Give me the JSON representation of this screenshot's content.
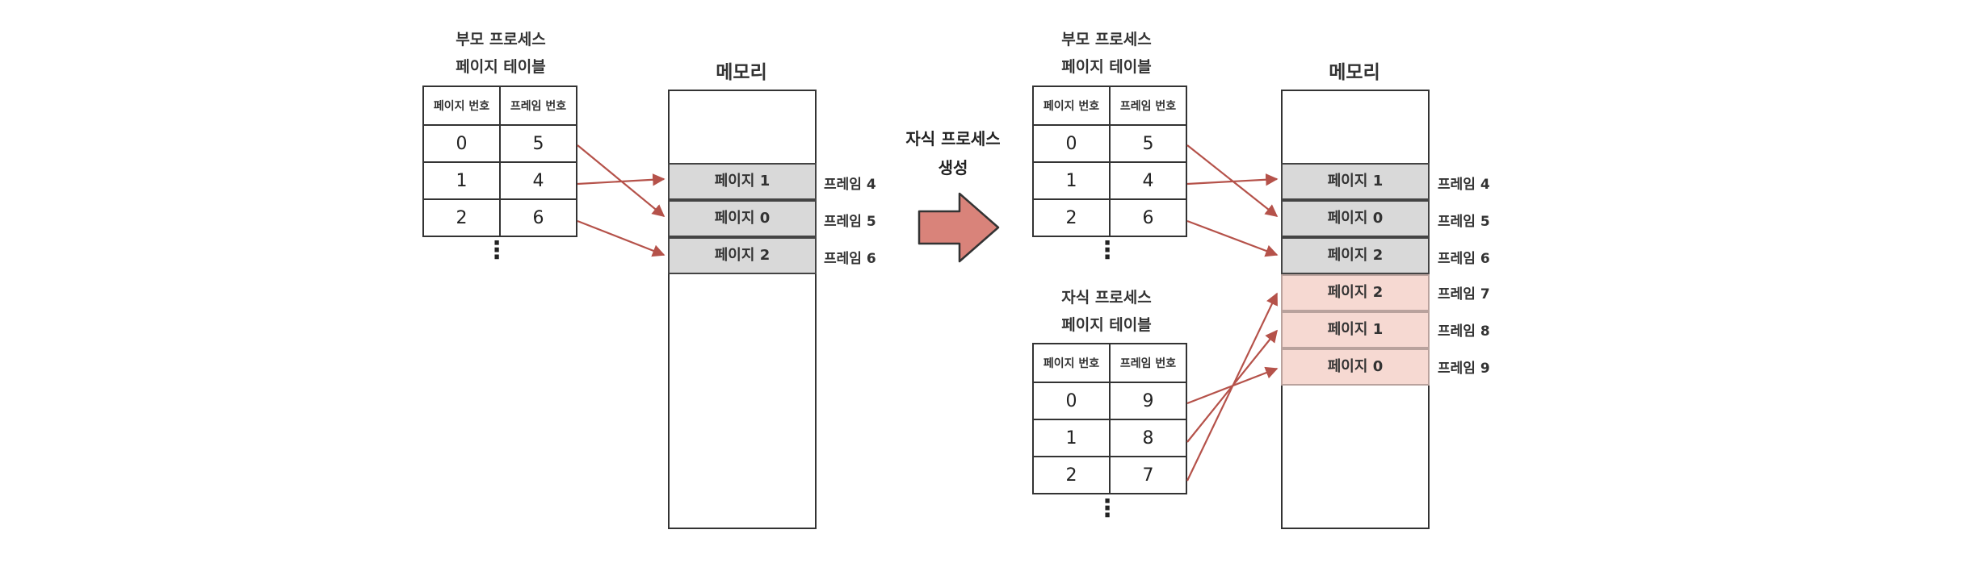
{
  "left": {
    "parent_caption_line1": "부모 프로세스",
    "parent_caption_line2": "페이지 테이블",
    "memory_title": "메모리",
    "table": {
      "headers": [
        "페이지 번호",
        "프레임 번호"
      ],
      "rows": [
        [
          "0",
          "5"
        ],
        [
          "1",
          "4"
        ],
        [
          "2",
          "6"
        ]
      ]
    },
    "dots": "⋮",
    "memory_blocks": [
      {
        "label": "페이지 1",
        "frame": "프레임 4"
      },
      {
        "label": "페이지 0",
        "frame": "프레임 5"
      },
      {
        "label": "페이지 2",
        "frame": "프레임 6"
      }
    ]
  },
  "transition": {
    "line1": "자식 프로세스",
    "line2": "생성"
  },
  "right": {
    "parent_caption_line1": "부모 프로세스",
    "parent_caption_line2": "페이지 테이블",
    "child_caption_line1": "자식 프로세스",
    "child_caption_line2": "페이지 테이블",
    "memory_title": "메모리",
    "parent_table": {
      "headers": [
        "페이지 번호",
        "프레임 번호"
      ],
      "rows": [
        [
          "0",
          "5"
        ],
        [
          "1",
          "4"
        ],
        [
          "2",
          "6"
        ]
      ]
    },
    "child_table": {
      "headers": [
        "페이지 번호",
        "프레임 번호"
      ],
      "rows": [
        [
          "0",
          "9"
        ],
        [
          "1",
          "8"
        ],
        [
          "2",
          "7"
        ]
      ]
    },
    "dots": "⋮",
    "memory_blocks": [
      {
        "label": "페이지 1",
        "frame": "프레임 4",
        "shared": true
      },
      {
        "label": "페이지 0",
        "frame": "프레임 5",
        "shared": true
      },
      {
        "label": "페이지 2",
        "frame": "프레임 6",
        "shared": true
      },
      {
        "label": "페이지 2",
        "frame": "프레임 7",
        "shared": false
      },
      {
        "label": "페이지 1",
        "frame": "프레임 8",
        "shared": false
      },
      {
        "label": "페이지 0",
        "frame": "프레임 9",
        "shared": false
      }
    ]
  },
  "colors": {
    "pointer_arrow": "#b5524a",
    "big_arrow": "#d9837a",
    "shared_block": "#d9d9d9",
    "child_block": "#f6d9d2"
  }
}
